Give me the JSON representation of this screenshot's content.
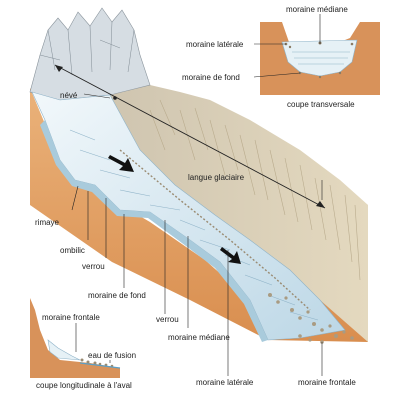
{
  "main_view": {
    "labels": {
      "neve": "névé",
      "langue_glaciaire": "langue glaciaire",
      "rimaye": "rimaye",
      "ombilic": "ombilic",
      "verrou_left": "verrou",
      "moraine_de_fond": "moraine de fond",
      "verrou_right": "verrou",
      "moraine_mediane": "moraine médiane",
      "moraine_laterale": "moraine latérale",
      "moraine_frontale": "moraine frontale"
    }
  },
  "cross_section": {
    "caption": "coupe transversale",
    "labels": {
      "moraine_mediane": "moraine médiane",
      "moraine_laterale": "moraine latérale",
      "moraine_de_fond": "moraine de fond"
    }
  },
  "longitudinal_section": {
    "caption": "coupe longitudinale à l'aval",
    "labels": {
      "moraine_frontale": "moraine frontale",
      "eau_de_fusion": "eau de fusion"
    }
  },
  "colors": {
    "ice": "#e6f1f6",
    "ice_shadow": "#b7d3e2",
    "rock": "#d8caa9",
    "soil": "#e3a56a",
    "snow": "#f4f7f9"
  }
}
